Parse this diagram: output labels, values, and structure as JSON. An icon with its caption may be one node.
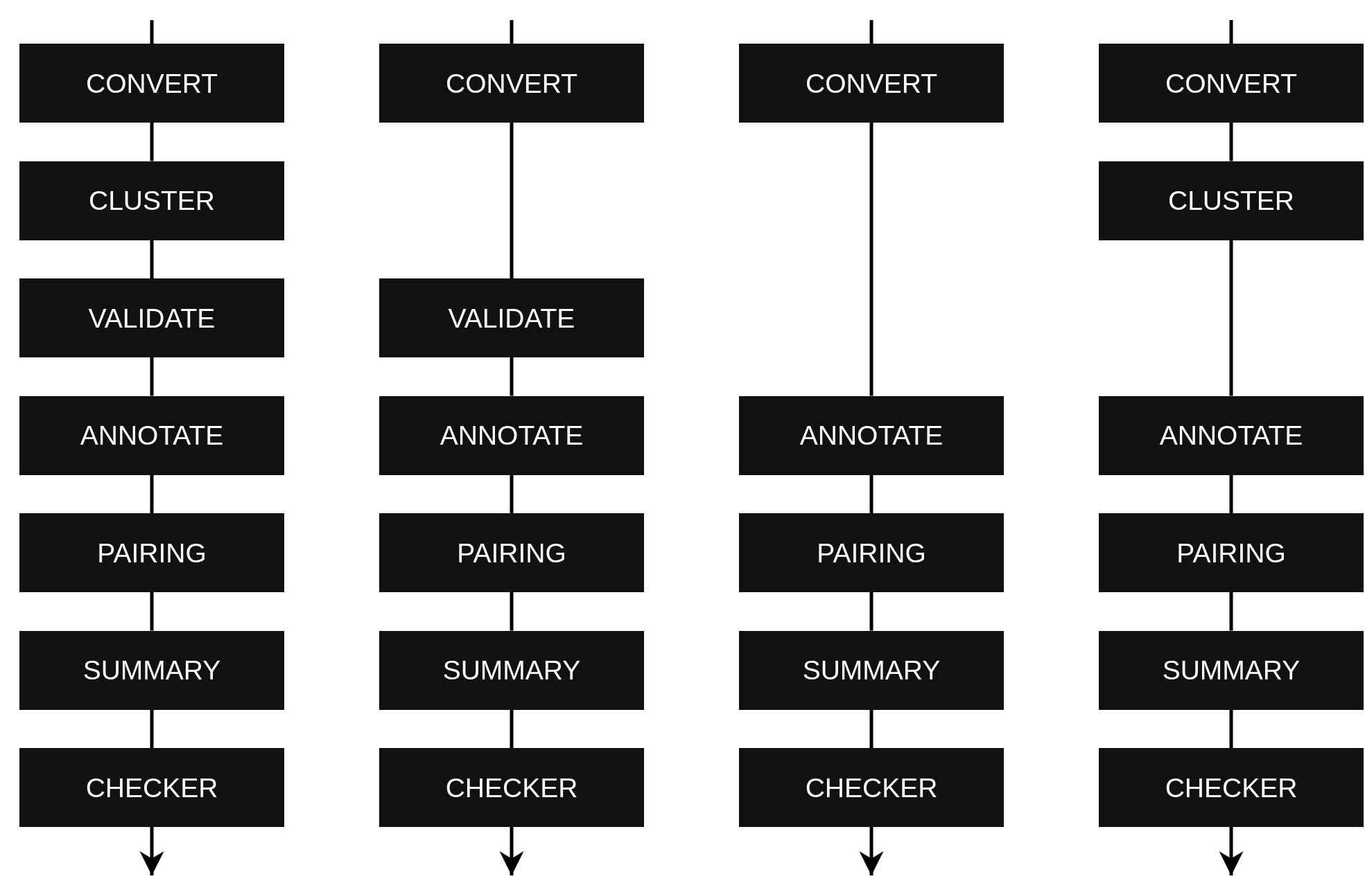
{
  "diagram": {
    "nodes": [
      {
        "text": [
          "CONVERT"
        ]
      },
      {
        "text": [
          "CLUSTER"
        ]
      },
      {
        "text": [
          "VALIDATE"
        ]
      },
      {
        "text": [
          "ANNOTATE"
        ]
      },
      {
        "text": [
          "PAIRING"
        ]
      },
      {
        "text": [
          "SUMMARY"
        ]
      },
      {
        "text": [
          "CHECKER"
        ]
      },
      {
        "text": [
          "CONVERT"
        ]
      },
      {
        "text": [
          "VALIDATE"
        ]
      },
      {
        "text": [
          "ANNOTATE"
        ]
      },
      {
        "text": [
          "PAIRING"
        ]
      },
      {
        "text": [
          "SUMMARY"
        ]
      },
      {
        "text": [
          "CHECKER"
        ]
      },
      {
        "text": [
          "CONVERT"
        ]
      },
      {
        "text": [
          "ANNOTATE"
        ]
      },
      {
        "text": [
          "PAIRING"
        ]
      },
      {
        "text": [
          "SUMMARY"
        ]
      },
      {
        "text": [
          "CHECKER"
        ]
      },
      {
        "text": [
          "CONVERT"
        ]
      },
      {
        "text": [
          "CLUSTER"
        ]
      },
      {
        "text": [
          "ANNOTATE"
        ]
      },
      {
        "text": [
          "PAIRING"
        ]
      },
      {
        "text": [
          "SUMMARY"
        ]
      },
      {
        "text": [
          "CHECKER"
        ]
      }
    ],
    "edges": [
      {
        "from": null,
        "to": 0,
        "arrow": "none"
      },
      {
        "from": 0,
        "to": 1,
        "arrow": "none"
      },
      {
        "from": 1,
        "to": 2,
        "arrow": "none"
      },
      {
        "from": 2,
        "to": 3,
        "arrow": "none"
      },
      {
        "from": 3,
        "to": 4,
        "arrow": "none"
      },
      {
        "from": 4,
        "to": 5,
        "arrow": "none"
      },
      {
        "from": 5,
        "to": 6,
        "arrow": "none"
      },
      {
        "from": 6,
        "to": null,
        "arrow": "to"
      },
      {
        "from": null,
        "to": 7,
        "arrow": "none"
      },
      {
        "from": 7,
        "to": 8,
        "arrow": "none"
      },
      {
        "from": 8,
        "to": 9,
        "arrow": "none"
      },
      {
        "from": 9,
        "to": 10,
        "arrow": "none"
      },
      {
        "from": 10,
        "to": 11,
        "arrow": "none"
      },
      {
        "from": 11,
        "to": 12,
        "arrow": "none"
      },
      {
        "from": 12,
        "to": null,
        "arrow": "to"
      },
      {
        "from": null,
        "to": 13,
        "arrow": "none"
      },
      {
        "from": 13,
        "to": 14,
        "arrow": "none"
      },
      {
        "from": 14,
        "to": 15,
        "arrow": "none"
      },
      {
        "from": 15,
        "to": 16,
        "arrow": "none"
      },
      {
        "from": 16,
        "to": 17,
        "arrow": "none"
      },
      {
        "from": 17,
        "to": null,
        "arrow": "to"
      },
      {
        "from": null,
        "to": 18,
        "arrow": "none"
      },
      {
        "from": 18,
        "to": 19,
        "arrow": "none"
      },
      {
        "from": 19,
        "to": 20,
        "arrow": "none"
      },
      {
        "from": 20,
        "to": 21,
        "arrow": "none"
      },
      {
        "from": 21,
        "to": 22,
        "arrow": "none"
      },
      {
        "from": 22,
        "to": 23,
        "arrow": "none"
      },
      {
        "from": 23,
        "to": null,
        "arrow": "to"
      }
    ]
  }
}
